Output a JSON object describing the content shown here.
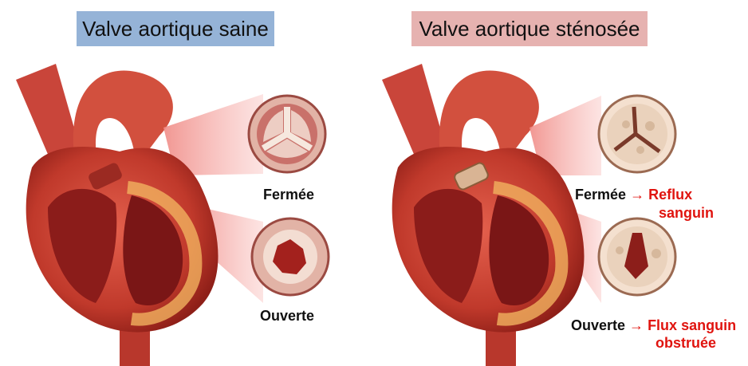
{
  "left_panel": {
    "title": "Valve aortique saine",
    "label_closed": "Fermée",
    "label_open": "Ouverte"
  },
  "right_panel": {
    "title": "Valve aortique sténosée",
    "label_closed": "Fermée",
    "label_closed_arrow": "→",
    "label_closed_red_1": "Reflux",
    "label_closed_red_2": "sanguin",
    "label_open": "Ouverte",
    "label_open_arrow": "→",
    "label_open_red_1": "Flux sanguin",
    "label_open_red_2": "obstruée"
  },
  "colors": {
    "title_left_bg": "#95b3d7",
    "title_right_bg": "#e6b2b0",
    "heart_red": "#c0392b",
    "heart_dark": "#7a1616",
    "callout_pink": "#f2a7a5",
    "annotation_red": "#e0140f"
  }
}
